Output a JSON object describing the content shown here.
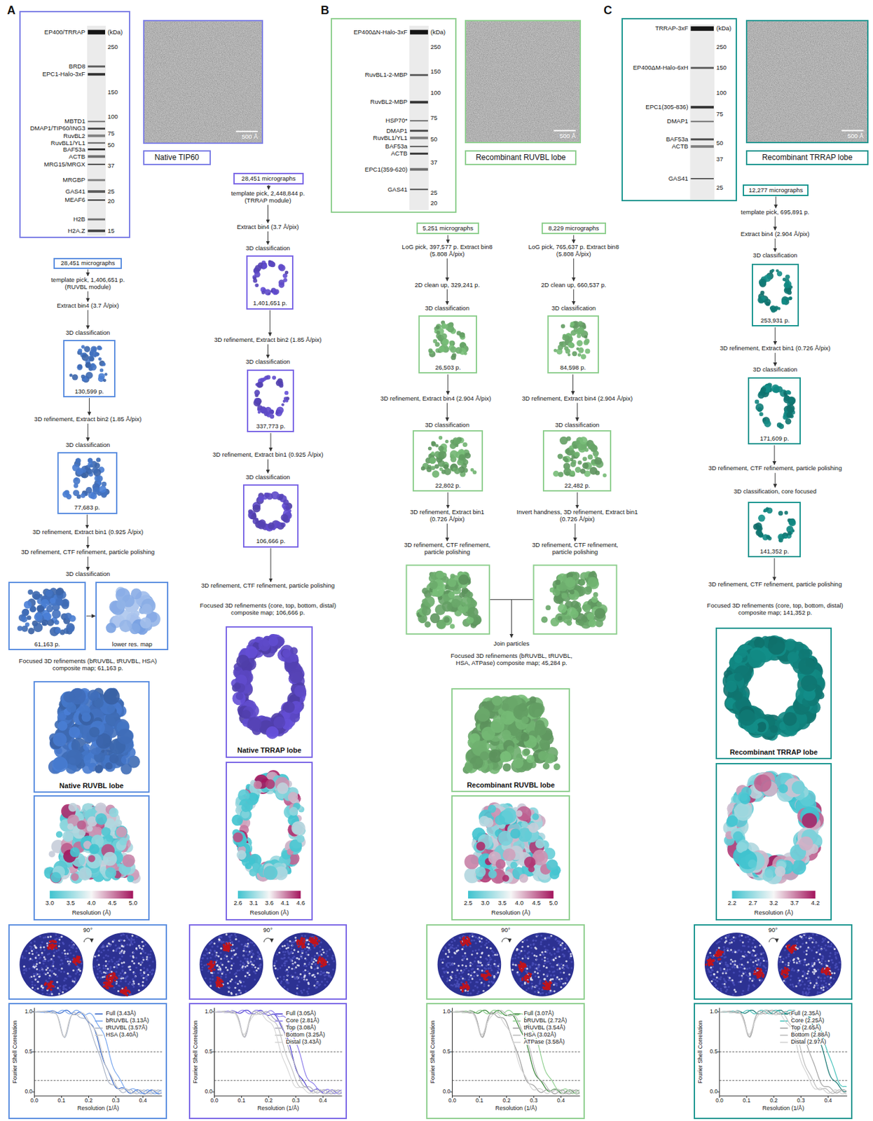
{
  "diagram": {
    "nodes": [
      {
        "text": [
          "EP400/TRRAP",
          "BRD8",
          "EPC1-Halo-3xF",
          "MBTD1",
          "DMAP1/TIP60/ING3",
          "RuvBL2",
          "RuvBL1/YL1",
          "BAF53a",
          "ACTB",
          "MRG15/MRGX",
          "MRGBP",
          "GAS41",
          "MEAF6",
          "H2B",
          "H2A.Z",
          "(kDa)",
          "250",
          "150",
          "100",
          "75",
          "50",
          "37",
          "25",
          "20",
          "15"
        ]
      },
      {
        "text": [
          "500 Å"
        ]
      },
      {
        "text": [
          "Native TIP60"
        ]
      },
      {
        "text": [
          "28,451 micrographs"
        ]
      },
      {
        "text": [
          "template pick, 1,406,651 p. (RUVBL module)"
        ]
      },
      {
        "text": [
          "Extract bin4 (3.7 Å/pix)"
        ]
      },
      {
        "text": [
          "3D classification"
        ]
      },
      {
        "text": [
          "130,599 p."
        ]
      },
      {
        "text": [
          "3D refinement, Extract bin2 (1.85 Å/pix)"
        ]
      },
      {
        "text": [
          "3D classification"
        ]
      },
      {
        "text": [
          "77,683 p."
        ]
      },
      {
        "text": [
          "3D refinement, Extract bin1 (0.925 Å/pix)"
        ]
      },
      {
        "text": [
          "3D refinement, CTF refinement, particle polishing"
        ]
      },
      {
        "text": [
          "3D classification"
        ]
      },
      {
        "text": [
          "61,163 p."
        ]
      },
      {
        "text": [
          "lower res. map"
        ]
      },
      {
        "text": [
          "Focused 3D refinements (bRUVBL, tRUVBL, HSA) composite map; 61,163 p."
        ]
      },
      {
        "text": [
          "Native RUVBL lobe"
        ]
      },
      {
        "text": [
          "3.0",
          "3.5",
          "4.0",
          "4.5",
          "5.0",
          "Resolution (Å)"
        ]
      },
      {
        "text": [
          "90°"
        ]
      },
      {
        "text": [
          "Full (3.43Å)",
          "bRUVBL (3.13Å)",
          "tRUVBL (3.57Å)",
          "HSA (3.40Å)",
          "Fourier Shell Correlation",
          "1.0",
          "0.5",
          "0.0",
          "0.0",
          "0.1",
          "0.2",
          "0.3",
          "0.4",
          "Resolution (1/Å)"
        ]
      },
      {
        "text": [
          "28,451 micrographs"
        ]
      },
      {
        "text": [
          "template pick, 2,448,844 p. (TRRAP module)"
        ]
      },
      {
        "text": [
          "Extract bin4 (3.7 Å/pix)"
        ]
      },
      {
        "text": [
          "3D classification"
        ]
      },
      {
        "text": [
          "1,401,651 p."
        ]
      },
      {
        "text": [
          "3D refinement, Extract bin2 (1.85 Å/pix)"
        ]
      },
      {
        "text": [
          "3D classification"
        ]
      },
      {
        "text": [
          "337,773 p."
        ]
      },
      {
        "text": [
          "3D refinement, Extract bin1 (0.925 Å/pix)"
        ]
      },
      {
        "text": [
          "3D classification"
        ]
      },
      {
        "text": [
          "106,666 p."
        ]
      },
      {
        "text": [
          "3D refinement, CTF refinement, particle polishing"
        ]
      },
      {
        "text": [
          "Focused 3D refinements (core, top, bottom, distal) composite map; 106,666 p."
        ]
      },
      {
        "text": [
          "Native TRRAP lobe"
        ]
      },
      {
        "text": [
          "2.6",
          "3.1",
          "3.6",
          "4.1",
          "4.6",
          "Resolution (Å)"
        ]
      },
      {
        "text": [
          "90°"
        ]
      },
      {
        "text": [
          "Full (3.05Å)",
          "Core (2.81Å)",
          "Top (3.08Å)",
          "Bottom (3.25Å)",
          "Distal (3.43Å)",
          "Fourier Shell Correlation",
          "1.0",
          "0.5",
          "0.0",
          "0.0",
          "0.1",
          "0.2",
          "0.3",
          "0.4",
          "Resolution (1/Å)"
        ]
      },
      {
        "text": [
          "EP400ΔN-Halo-3xF",
          "RuvBL1-2-MBP",
          "RuvBL2-MBP",
          "HSP70*",
          "DMAP1",
          "RuvBL1/YL1",
          "BAF53a",
          "ACTB",
          "EPC1(359-620)",
          "GAS41",
          "(kDa)",
          "250",
          "150",
          "100",
          "75",
          "50",
          "37",
          "25",
          "20"
        ]
      },
      {
        "text": [
          "500 Å"
        ]
      },
      {
        "text": [
          "Recombinant RUVBL lobe"
        ]
      },
      {
        "text": [
          "5,251 micrographs"
        ]
      },
      {
        "text": [
          "LoG pick, 397,577 p. Extract bin8 (5.808 Å/pix)"
        ]
      },
      {
        "text": [
          "2D clean up, 329,241 p."
        ]
      },
      {
        "text": [
          "3D classification"
        ]
      },
      {
        "text": [
          "26,503 p."
        ]
      },
      {
        "text": [
          "3D refinement, Extract bin4 (2.904 Å/pix)"
        ]
      },
      {
        "text": [
          "3D classification"
        ]
      },
      {
        "text": [
          "22,802 p."
        ]
      },
      {
        "text": [
          "3D refinement, Extract bin1 (0.726 Å/pix)"
        ]
      },
      {
        "text": [
          "3D refinement, CTF refinement, particle polishing"
        ]
      },
      {
        "text": [
          "8,229 micrographs"
        ]
      },
      {
        "text": [
          "LoG pick, 765,637 p. Extract bin8 (5.808 Å/pix)"
        ]
      },
      {
        "text": [
          "2D clean up, 660,537 p."
        ]
      },
      {
        "text": [
          "3D classification"
        ]
      },
      {
        "text": [
          "84,598 p."
        ]
      },
      {
        "text": [
          "3D refinement, Extract bin4 (2.904 Å/pix)"
        ]
      },
      {
        "text": [
          "3D classification"
        ]
      },
      {
        "text": [
          "22,482 p."
        ]
      },
      {
        "text": [
          "Invert handness, 3D refinement, Extract bin1 (0.726 Å/pix)"
        ]
      },
      {
        "text": [
          "3D refinement, CTF refinement, particle polishing"
        ]
      },
      {
        "text": [
          "Join particles"
        ]
      },
      {
        "text": [
          "Focused 3D refinements (bRUVBL, tRUVBL, HSA, ATPase) composite map; 45,284 p."
        ]
      },
      {
        "text": [
          "Recombinant RUVBL lobe"
        ]
      },
      {
        "text": [
          "2.5",
          "3.0",
          "3.5",
          "4.0",
          "4.5",
          "5.0",
          "Resolution (Å)"
        ]
      },
      {
        "text": [
          "90°"
        ]
      },
      {
        "text": [
          "Full (3.07Å)",
          "bRUVBL (2.72Å)",
          "tRUVBL (3.54Å)",
          "HSA (3.02Å)",
          "ATPase (3.58Å)",
          "Fourier Shell Correlation",
          "1.0",
          "0.5",
          "0.0",
          "0.0",
          "0.1",
          "0.2",
          "0.3",
          "0.4",
          "Resolution (1/Å)"
        ]
      },
      {
        "text": [
          "TRRAP-3xF",
          "EP400ΔM-Halo-6xH",
          "EPC1(305-836)",
          "DMAP1",
          "BAF53a",
          "ACTB",
          "GAS41",
          "(kDa)",
          "250",
          "150",
          "100",
          "75",
          "50",
          "37",
          "25"
        ]
      },
      {
        "text": [
          "500 Å"
        ]
      },
      {
        "text": [
          "Recombinant TRRAP lobe"
        ]
      },
      {
        "text": [
          "12,277 micrographs"
        ]
      },
      {
        "text": [
          "template pick, 695,891 p."
        ]
      },
      {
        "text": [
          "Extract bin4 (2.904 Å/pix)"
        ]
      },
      {
        "text": [
          "3D classification"
        ]
      },
      {
        "text": [
          "253,931 p."
        ]
      },
      {
        "text": [
          "3D refinement, Extract bin1 (0.726 Å/pix)"
        ]
      },
      {
        "text": [
          "3D classification"
        ]
      },
      {
        "text": [
          "171,609 p."
        ]
      },
      {
        "text": [
          "3D refinement, CTF refinement, particle polishing"
        ]
      },
      {
        "text": [
          "3D classification, core focused"
        ]
      },
      {
        "text": [
          "141,352 p."
        ]
      },
      {
        "text": [
          "3D refinement, CTF refinement, particle polishing"
        ]
      },
      {
        "text": [
          "Focused 3D refinements (core, top, bottom, distal) composite map; 141,352 p."
        ]
      },
      {
        "text": [
          "Recombinant TRRAP lobe"
        ]
      },
      {
        "text": [
          "2.2",
          "2.7",
          "3.2",
          "3.7",
          "4.2",
          "Resolution (Å)"
        ]
      },
      {
        "text": [
          "90°"
        ]
      },
      {
        "text": [
          "Full (2.35Å)",
          "Core (2.25Å)",
          "Top (2.65Å)",
          "Bottom (2.88Å)",
          "Distal (2.97Å)",
          "Fourier Shell Correlation",
          "1.0",
          "0.5",
          "0.0",
          "0.0",
          "0.1",
          "0.2",
          "0.3",
          "0.4",
          "Resolution (1/Å)"
        ]
      }
    ],
    "edges": [
      {
        "from": 3,
        "to": 4,
        "arrow": "to"
      },
      {
        "from": 4,
        "to": 5,
        "arrow": "to"
      },
      {
        "from": 5,
        "to": 6,
        "arrow": "to"
      },
      {
        "from": 7,
        "to": 8,
        "arrow": "to"
      },
      {
        "from": 8,
        "to": 9,
        "arrow": "to"
      },
      {
        "from": 10,
        "to": 11,
        "arrow": "to"
      },
      {
        "from": 11,
        "to": 12,
        "arrow": "to"
      },
      {
        "from": 12,
        "to": 13,
        "arrow": "to"
      },
      {
        "from": 14,
        "to": 15,
        "arrow": "to"
      },
      {
        "from": 21,
        "to": 22,
        "arrow": "to"
      },
      {
        "from": 22,
        "to": 23,
        "arrow": "to"
      },
      {
        "from": 23,
        "to": 24,
        "arrow": "to"
      },
      {
        "from": 25,
        "to": 26,
        "arrow": "to"
      },
      {
        "from": 26,
        "to": 27,
        "arrow": "to"
      },
      {
        "from": 28,
        "to": 29,
        "arrow": "to"
      },
      {
        "from": 29,
        "to": 30,
        "arrow": "to"
      },
      {
        "from": 31,
        "to": 32,
        "arrow": "to"
      },
      {
        "from": 41,
        "to": 42,
        "arrow": "to"
      },
      {
        "from": 42,
        "to": 43,
        "arrow": "to"
      },
      {
        "from": 43,
        "to": 44,
        "arrow": "to"
      },
      {
        "from": 45,
        "to": 46,
        "arrow": "to"
      },
      {
        "from": 46,
        "to": 47,
        "arrow": "to"
      },
      {
        "from": 48,
        "to": 49,
        "arrow": "to"
      },
      {
        "from": 49,
        "to": 50,
        "arrow": "to"
      },
      {
        "from": 51,
        "to": 52,
        "arrow": "to"
      },
      {
        "from": 52,
        "to": 53,
        "arrow": "to"
      },
      {
        "from": 53,
        "to": 54,
        "arrow": "to"
      },
      {
        "from": 55,
        "to": 56,
        "arrow": "to"
      },
      {
        "from": 56,
        "to": 57,
        "arrow": "to"
      },
      {
        "from": 58,
        "to": 59,
        "arrow": "to"
      },
      {
        "from": 59,
        "to": 60,
        "arrow": "to"
      },
      {
        "from": 70,
        "to": 71,
        "arrow": "to"
      },
      {
        "from": 71,
        "to": 72,
        "arrow": "to"
      },
      {
        "from": 72,
        "to": 73,
        "arrow": "to"
      },
      {
        "from": 74,
        "to": 75,
        "arrow": "to"
      },
      {
        "from": 75,
        "to": 76,
        "arrow": "to"
      },
      {
        "from": 77,
        "to": 78,
        "arrow": "to"
      },
      {
        "from": 78,
        "to": 79,
        "arrow": "to"
      },
      {
        "from": 80,
        "to": 81,
        "arrow": "to"
      }
    ],
    "labels": [
      "A",
      "B",
      "C"
    ]
  }
}
